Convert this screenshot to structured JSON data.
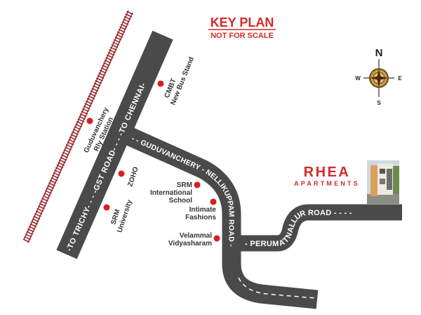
{
  "title": {
    "main": "KEY PLAN",
    "sub": "NOT FOR SCALE"
  },
  "compass": {
    "n": "N",
    "s": "S",
    "e": "E",
    "w": "W"
  },
  "roads": {
    "gst": "-TO TRICHY- - - -GST ROAD- - - -TO CHENNAI-",
    "guduvanchery": "- - GUDUVANCHERY - NELLIKUPPAM ROAD -",
    "perumatnallur": "- PERUMATNALLUR ROAD - - - -"
  },
  "landmarks": {
    "rly_station": [
      "Guduvanchery",
      "Rly Station"
    ],
    "cmbt": [
      "CMBT",
      "New Bus Stand"
    ],
    "zoho": [
      "ZOHO"
    ],
    "srm_university": [
      "SRM",
      "University"
    ],
    "srm_school": [
      "SRM",
      "International",
      "School"
    ],
    "intimate": [
      "Intimate",
      "Fashions"
    ],
    "velammal": [
      "Velammal",
      "Vidyasharam"
    ]
  },
  "project": {
    "name": "RHEA",
    "sub": "APARTMENTS"
  },
  "colors": {
    "road": "#4a4a4a",
    "accent": "#d42a2a",
    "rail": "#9b2a2c",
    "marker": "#d71f1f"
  }
}
